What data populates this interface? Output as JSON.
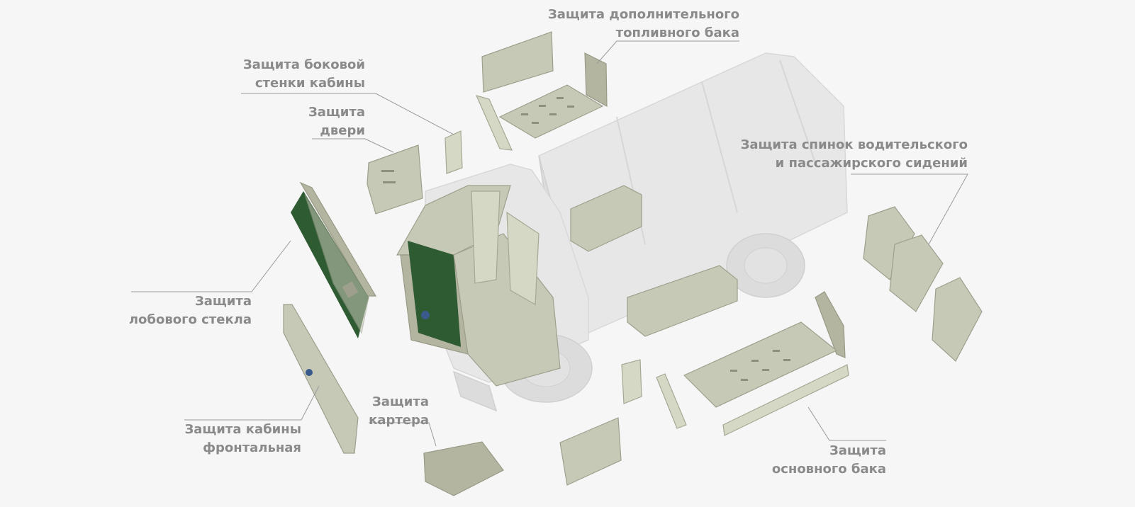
{
  "colors": {
    "background": "#f6f6f6",
    "label_text": "#8a8a8a",
    "leader_line": "#9a9a9a",
    "armor_plate": "#c7c9b7",
    "camouflage": "#2f5b33",
    "truck_ghost": "#e7e7e7"
  },
  "labels": {
    "extra_fuel_tank": {
      "line1": "Защита дополнительного",
      "line2": "топливного бака"
    },
    "cab_side_wall": {
      "line1": "Защита боковой",
      "line2": "стенки кабины"
    },
    "door": {
      "line1": "Защита",
      "line2": "двери"
    },
    "seat_backs": {
      "line1": "Защита спинок водительского",
      "line2": "и пассажирского сидений"
    },
    "windshield": {
      "line1": "Защита",
      "line2": "лобового стекла"
    },
    "crankcase": {
      "line1": "Защита",
      "line2": "картера"
    },
    "cab_front": {
      "line1": "Защита кабины",
      "line2": "фронтальная"
    },
    "main_tank": {
      "line1": "Защита",
      "line2": "основного бака"
    }
  }
}
